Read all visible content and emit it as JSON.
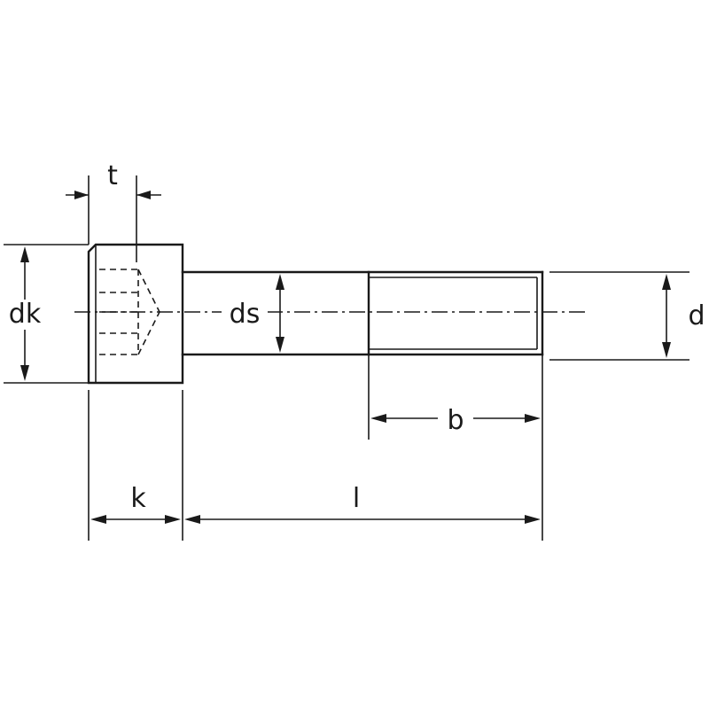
{
  "diagram": {
    "colors": {
      "line": "#1a1a1a",
      "background": "#ffffff"
    },
    "labels": {
      "t": "t",
      "dk": "dk",
      "ds": "ds",
      "d": "d",
      "b": "b",
      "k": "k",
      "l": "l"
    }
  }
}
